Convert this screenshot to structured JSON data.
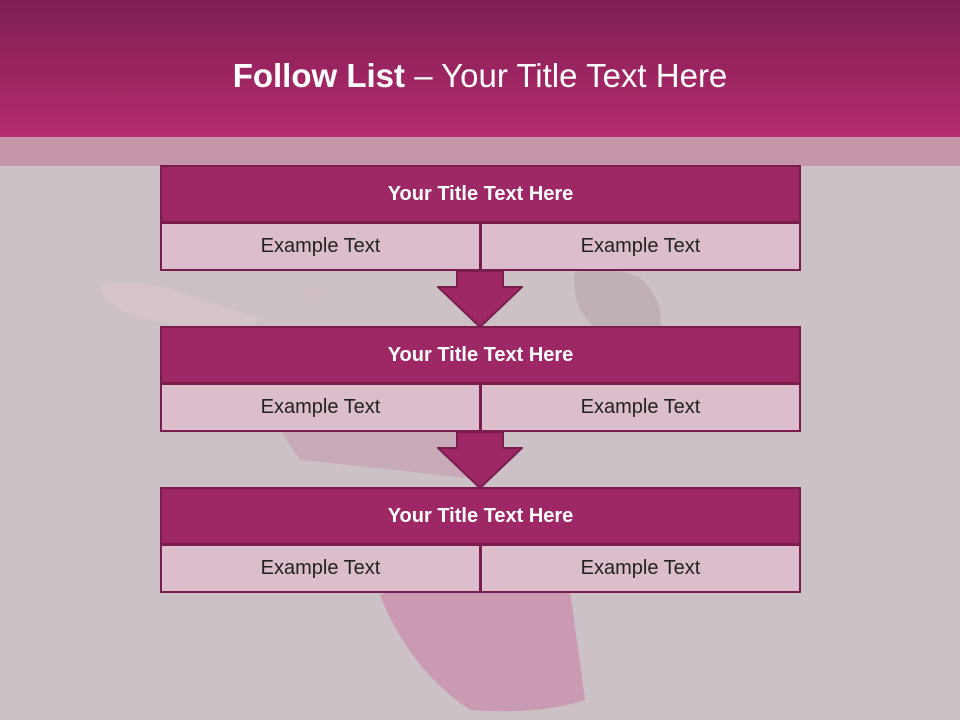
{
  "colors": {
    "header_dark": "#7e1e56",
    "header_light": "#b42c72",
    "band": "#c596a9",
    "background": "#cbc1c7",
    "box_title": "#9e2765",
    "box_border": "#7a1d4e",
    "cell": "#dbbdcb",
    "arrow": "#9e2765"
  },
  "header": {
    "bold": "Follow List",
    "dash": " – ",
    "rest": "Your Title Text Here"
  },
  "boxes": [
    {
      "title": "Your Title Text Here",
      "left": "Example Text",
      "right": "Example Text"
    },
    {
      "title": "Your Title Text Here",
      "left": "Example Text",
      "right": "Example Text"
    },
    {
      "title": "Your Title Text Here",
      "left": "Example Text",
      "right": "Example Text"
    }
  ]
}
